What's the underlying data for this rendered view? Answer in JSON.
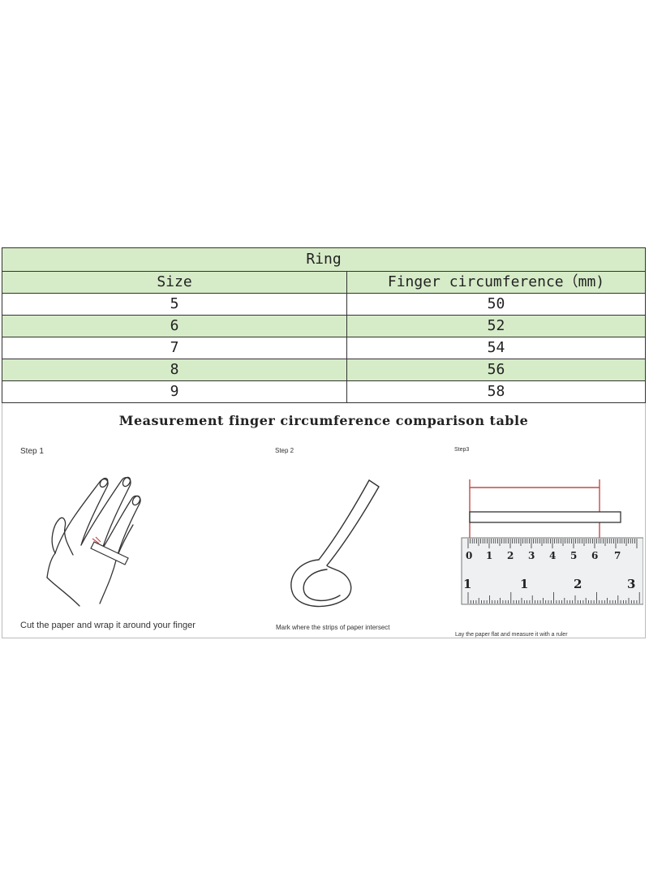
{
  "table": {
    "title": "Ring",
    "headers": [
      "Size",
      "Finger circumference（mm)"
    ],
    "rows": [
      [
        "5",
        "50"
      ],
      [
        "6",
        "52"
      ],
      [
        "7",
        "54"
      ],
      [
        "8",
        "56"
      ],
      [
        "9",
        "58"
      ]
    ]
  },
  "guide": {
    "title": "Measurement finger circumference comparison table",
    "steps": [
      {
        "label": "Step 1",
        "caption": "Cut the paper and wrap it around your finger"
      },
      {
        "label": "Step 2",
        "caption": "Mark where the strips of paper intersect"
      },
      {
        "label": "Step3",
        "caption": "Lay the paper flat and measure it with a ruler"
      }
    ],
    "ruler": {
      "cm_numbers": [
        "0",
        "1",
        "2",
        "3",
        "4",
        "5",
        "6",
        "7"
      ],
      "inch_numbers": [
        "1",
        "1",
        "2",
        "3"
      ]
    }
  },
  "colors": {
    "row_green": "#d6ecc8",
    "measure_line": "#c44a4a"
  }
}
